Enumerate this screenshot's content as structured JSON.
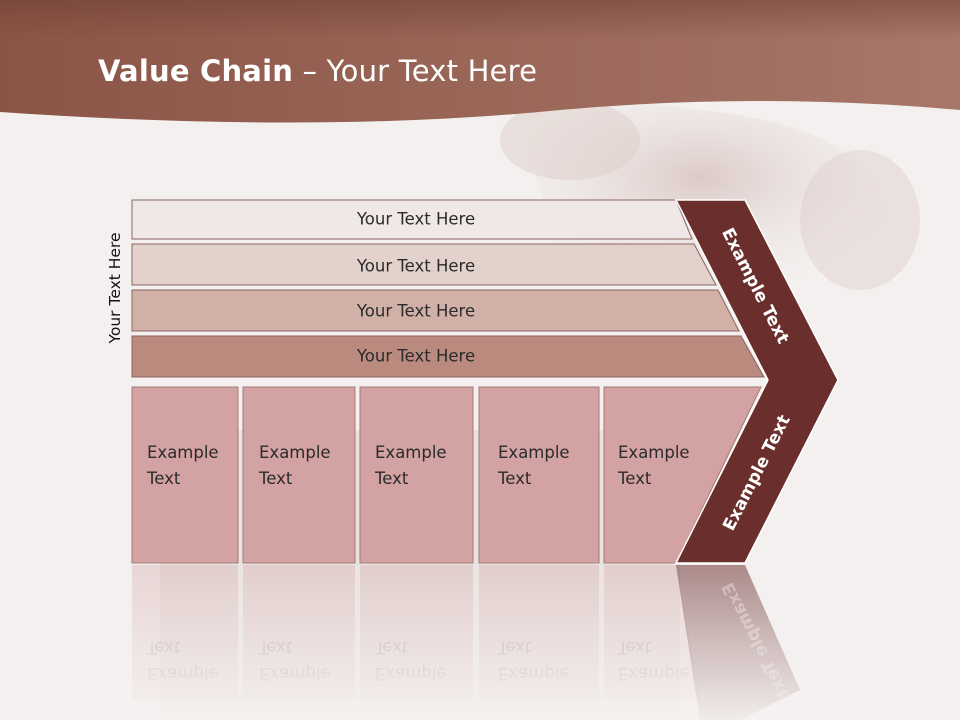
{
  "title": {
    "bold": "Value Chain",
    "rest": " – Your Text Here"
  },
  "side_label": "Your Text Here",
  "bars": [
    {
      "label": "Your Text Here",
      "color": "#f0e8e6"
    },
    {
      "label": "Your Text Here",
      "color": "#e3d1cc"
    },
    {
      "label": "Your Text Here",
      "color": "#d1b0a8"
    },
    {
      "label": "Your Text Here",
      "color": "#b98a7d"
    }
  ],
  "columns": [
    {
      "line1": "Example",
      "line2": "Text"
    },
    {
      "line1": "Example",
      "line2": "Text"
    },
    {
      "line1": "Example",
      "line2": "Text"
    },
    {
      "line1": "Example",
      "line2": "Text"
    },
    {
      "line1": "Example",
      "line2": "Text"
    }
  ],
  "chevron": {
    "top_label": "Example Text",
    "bottom_label": "Example Text"
  },
  "colors": {
    "header": "#8d5a4c",
    "chevron": "#6a2f2d",
    "column": "#d3a2a2",
    "column_border": "#a47a76"
  }
}
